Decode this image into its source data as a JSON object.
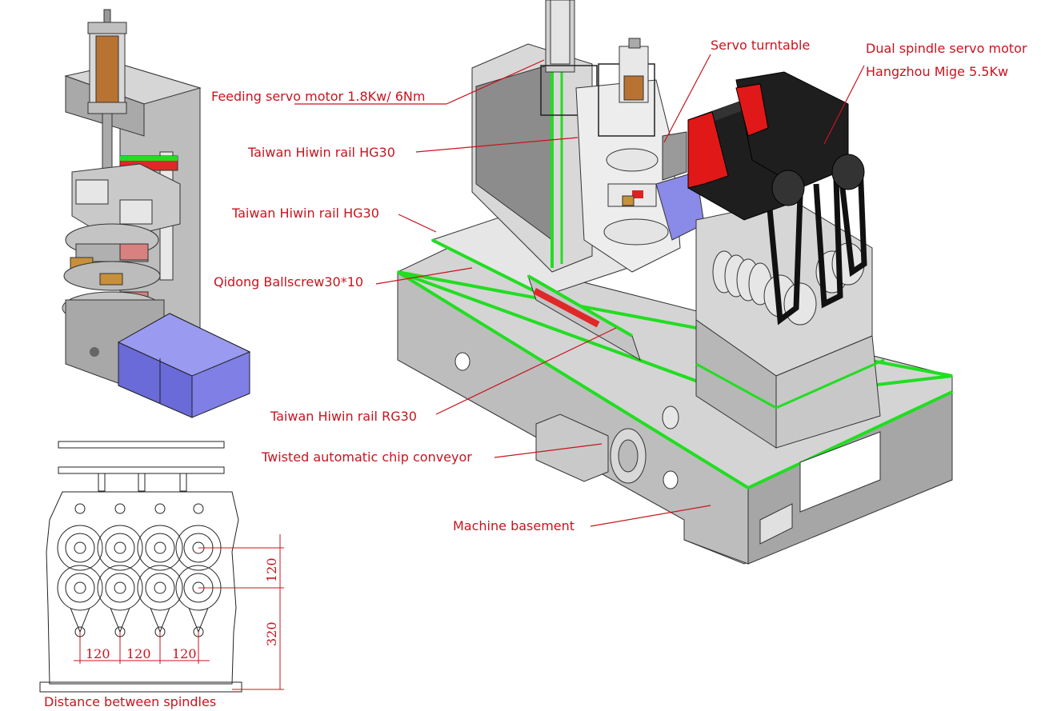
{
  "labels": {
    "feeding_servo_motor": "Feeding servo motor 1.8Kw/ 6Nm",
    "servo_turntable": "Servo turntable",
    "dual_spindle_servo_motor": "Dual spindle servo motor",
    "hangzhou_mige": "Hangzhou Mige 5.5Kw",
    "taiwan_hiwin_rail_hg30_upper": "Taiwan Hiwin rail HG30",
    "taiwan_hiwin_rail_hg30_lower": "Taiwan Hiwin rail HG30",
    "qidong_ballscrew": "Qidong Ballscrew30*10",
    "taiwan_hiwin_rail_rg30": "Taiwan Hiwin rail RG30",
    "twisted_chip_conveyor": "Twisted automatic chip conveyor",
    "machine_basement": "Machine basement",
    "distance_between_spindles": "Distance between spindles"
  },
  "dimensions": {
    "vertical_spacing": "120",
    "vertical_offset": "320",
    "horizontal_spacing_1": "120",
    "horizontal_spacing_2": "120",
    "horizontal_spacing_3": "120"
  },
  "colors": {
    "label_red": "#c8141e",
    "rail_green": "#22dd22",
    "machine_gray": "#cfcfcf",
    "motor_red": "#e01818",
    "motor_black": "#1a1a1a",
    "motor_blue": "#7070e0",
    "brass": "#c8903a"
  }
}
